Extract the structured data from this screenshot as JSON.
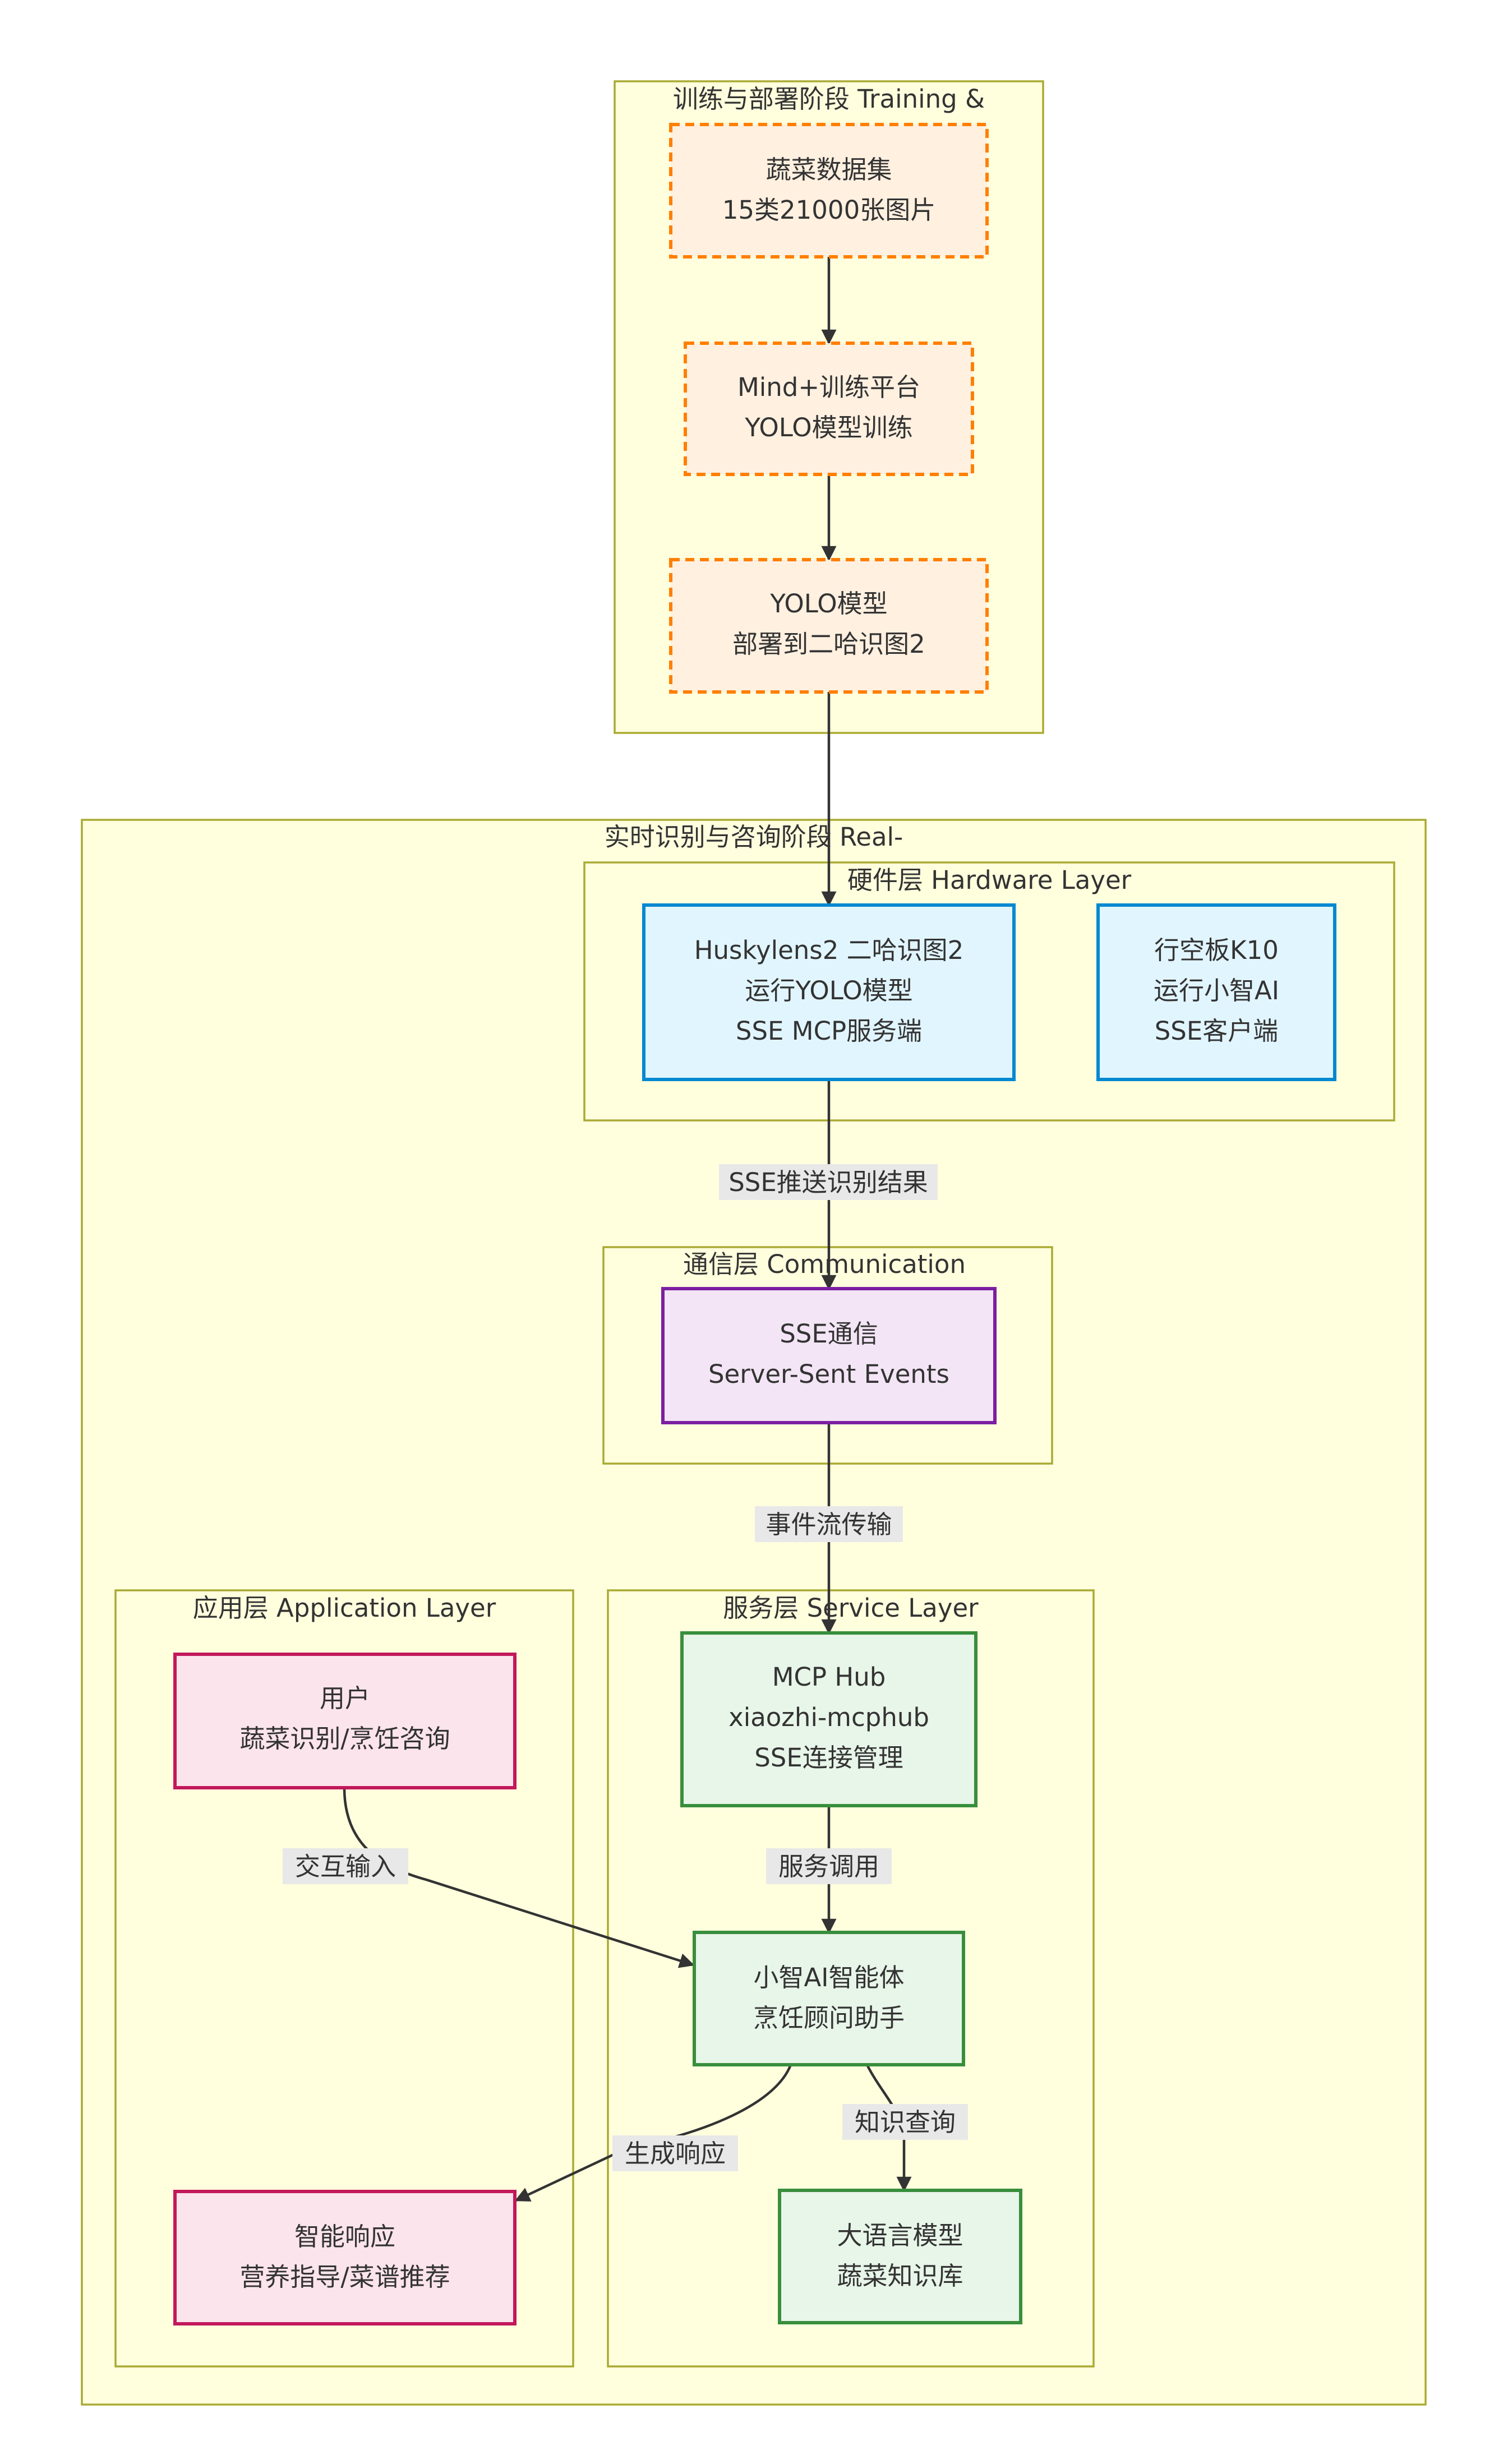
{
  "clusters": {
    "training": "训练与部署阶段 Training &",
    "realtime": "实时识别与咨询阶段 Real-",
    "hardware": "硬件层 Hardware Layer",
    "communication": "通信层 Communication",
    "application": "应用层 Application Layer",
    "service": "服务层 Service Layer"
  },
  "nodes": {
    "dataset": [
      "蔬菜数据集",
      "15类21000张图片"
    ],
    "mind_platform": [
      "Mind+训练平台",
      "YOLO模型训练"
    ],
    "yolo_model": [
      "YOLO模型",
      "部署到二哈识图2"
    ],
    "huskylens": [
      "Huskylens2 二哈识图2",
      "运行YOLO模型",
      "SSE MCP服务端"
    ],
    "k10": [
      "行空板K10",
      "运行小智AI",
      "SSE客户端"
    ],
    "sse": [
      "SSE通信",
      "Server-Sent Events"
    ],
    "mcp_hub": [
      "MCP Hub",
      "xiaozhi-mcphub",
      "SSE连接管理"
    ],
    "xiaozhi_agent": [
      "小智AI智能体",
      "烹饪顾问助手"
    ],
    "llm": [
      "大语言模型",
      "蔬菜知识库"
    ],
    "user": [
      "用户",
      "蔬菜识别/烹饪咨询"
    ],
    "response": [
      "智能响应",
      "营养指导/菜谱推荐"
    ]
  },
  "edges": {
    "sse_push": "SSE推送识别结果",
    "event_stream": "事件流传输",
    "service_call": "服务调用",
    "interactive_input": "交互输入",
    "knowledge_query": "知识查询",
    "generate_response": "生成响应"
  },
  "colors": {
    "cluster_fill": "#ffffde",
    "cluster_stroke": "#aaaa33",
    "training_stroke": "#ff7f00",
    "hardware_stroke": "#0288d1",
    "communication_stroke": "#7b1fa2",
    "service_stroke": "#388e3c",
    "application_stroke": "#c2185b"
  }
}
